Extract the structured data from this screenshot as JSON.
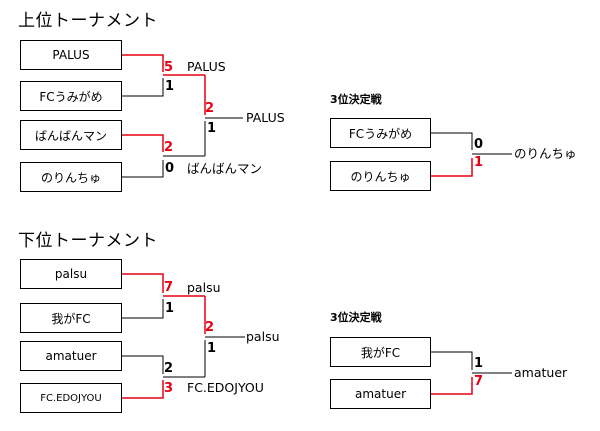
{
  "upper": {
    "title": "上位トーナメント",
    "teams": [
      "PALUS",
      "FCうみがめ",
      "ばんばんマン",
      "のりんちゅ"
    ],
    "match1": {
      "score_a": "5",
      "score_b": "1",
      "winner": "PALUS"
    },
    "match2": {
      "score_a": "2",
      "score_b": "0",
      "winner": "ばんばんマン"
    },
    "final": {
      "score_a": "2",
      "score_b": "1",
      "winner": "PALUS"
    },
    "third": {
      "title": "3位決定戦",
      "teams": [
        "FCうみがめ",
        "のりんちゅ"
      ],
      "score_a": "0",
      "score_b": "1",
      "winner": "のりんちゅ"
    }
  },
  "lower": {
    "title": "下位トーナメント",
    "teams": [
      "palsu",
      "我がFC",
      "amatuer",
      "FC.EDOJYOU"
    ],
    "match1": {
      "score_a": "7",
      "score_b": "1",
      "winner": "palsu"
    },
    "match2": {
      "score_a": "2",
      "score_b": "3",
      "winner": "FC.EDOJYOU"
    },
    "final": {
      "score_a": "2",
      "score_b": "1",
      "winner": "palsu"
    },
    "third": {
      "title": "3位決定戦",
      "teams": [
        "我がFC",
        "amatuer"
      ],
      "score_a": "1",
      "score_b": "7",
      "winner": "amatuer"
    }
  },
  "colors": {
    "win_line": "#e60012",
    "lose_line": "#000000"
  }
}
